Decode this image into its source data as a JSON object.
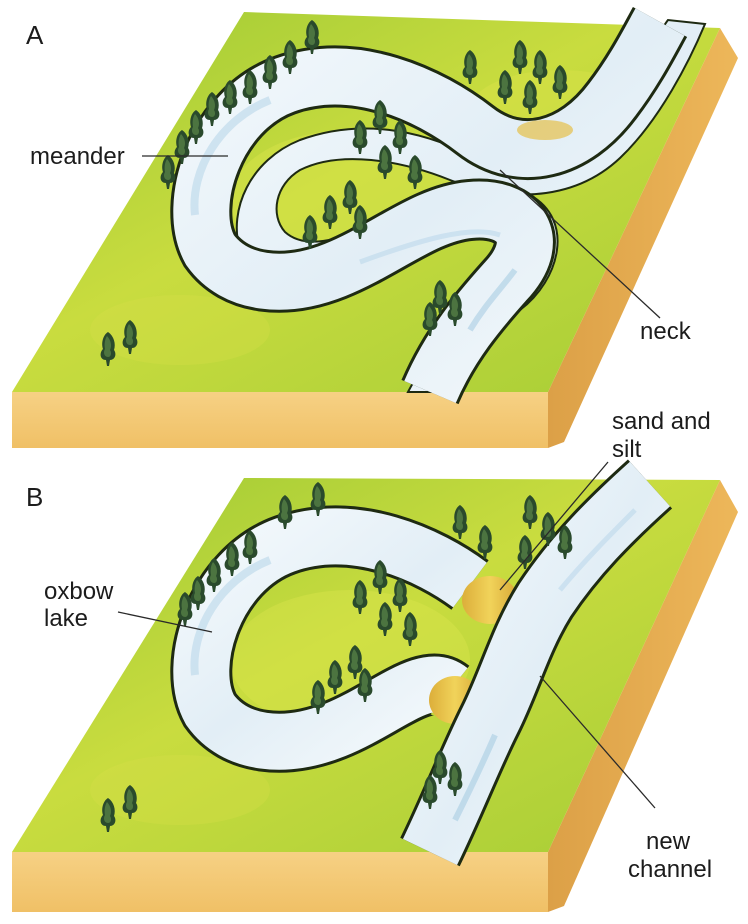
{
  "panels": [
    {
      "letter": "A",
      "labels": {
        "meander": "meander",
        "neck": "neck"
      }
    },
    {
      "letter": "B",
      "labels": {
        "oxbow_lake_line1": "oxbow",
        "oxbow_lake_line2": "lake",
        "sand_silt_line1": "sand and",
        "sand_silt_line2": "silt",
        "new_channel_line1": "new",
        "new_channel_line2": "channel"
      }
    }
  ],
  "colors": {
    "grass": "#a9cf36",
    "grass_light": "#d8e24a",
    "soil_front": "#f2c572",
    "soil_side": "#e4a94c",
    "water": "#eef6fb",
    "water_shade": "#b8d6ea",
    "bank": "#1e2a12",
    "tree_dark": "#27402a",
    "tree_mid": "#3f6238",
    "sand": "#e6c04a",
    "label_line": "#2a2a2a"
  }
}
